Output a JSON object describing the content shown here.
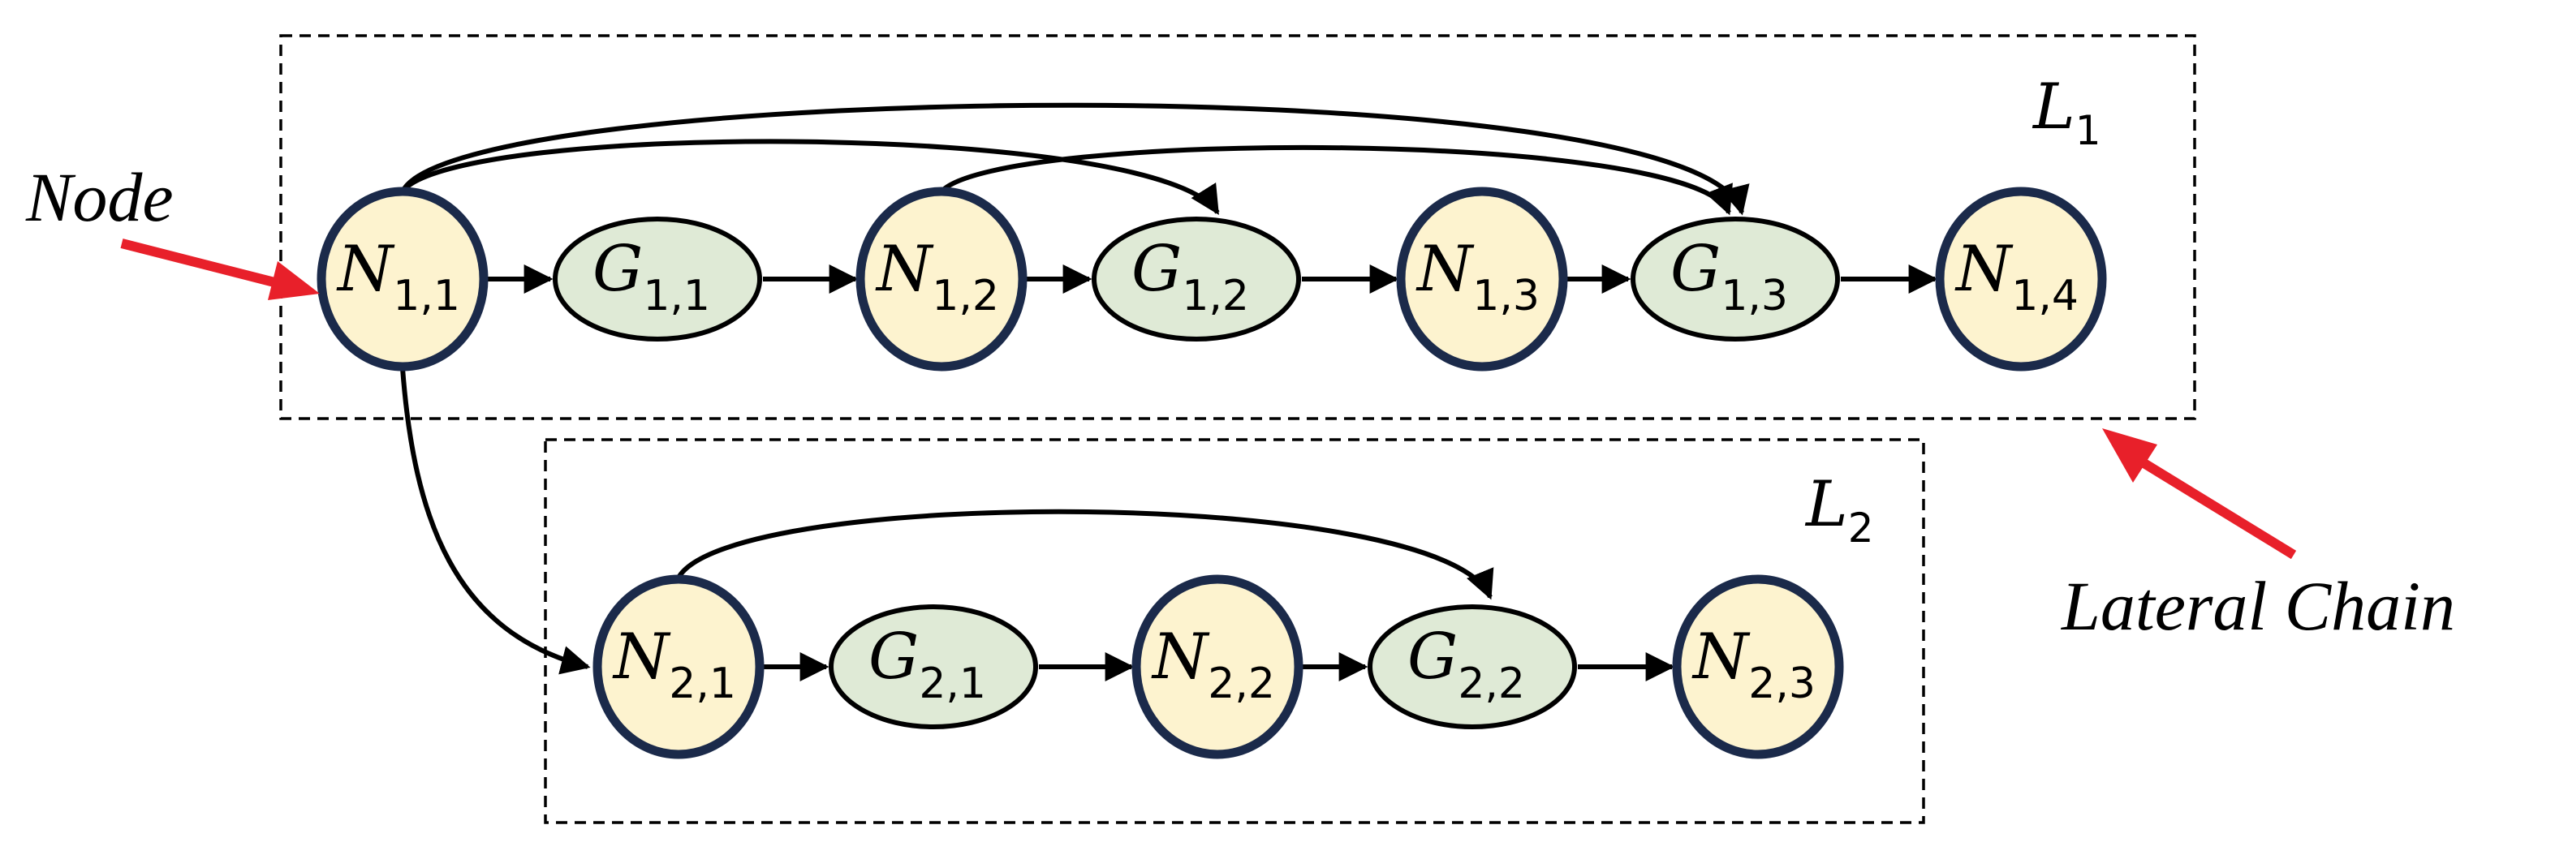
{
  "colors": {
    "node_fill": "#fdf3cf",
    "node_border": "#1b2a4a",
    "gate_fill": "#dfead6",
    "pointer": "#e8202a"
  },
  "chains": [
    {
      "id": "L1",
      "label": {
        "base": "L",
        "sub": "1"
      }
    },
    {
      "id": "L2",
      "label": {
        "base": "L",
        "sub": "2"
      }
    }
  ],
  "nodes": [
    {
      "id": "N11",
      "kind": "node",
      "base": "N",
      "sub": "1,1"
    },
    {
      "id": "G11",
      "kind": "gate",
      "base": "G",
      "sub": "1,1"
    },
    {
      "id": "N12",
      "kind": "node",
      "base": "N",
      "sub": "1,2"
    },
    {
      "id": "G12",
      "kind": "gate",
      "base": "G",
      "sub": "1,2"
    },
    {
      "id": "N13",
      "kind": "node",
      "base": "N",
      "sub": "1,3"
    },
    {
      "id": "G13",
      "kind": "gate",
      "base": "G",
      "sub": "1,3"
    },
    {
      "id": "N14",
      "kind": "node",
      "base": "N",
      "sub": "1,4"
    },
    {
      "id": "N21",
      "kind": "node",
      "base": "N",
      "sub": "2,1"
    },
    {
      "id": "G21",
      "kind": "gate",
      "base": "G",
      "sub": "2,1"
    },
    {
      "id": "N22",
      "kind": "node",
      "base": "N",
      "sub": "2,2"
    },
    {
      "id": "G22",
      "kind": "gate",
      "base": "G",
      "sub": "2,2"
    },
    {
      "id": "N23",
      "kind": "node",
      "base": "N",
      "sub": "2,3"
    }
  ],
  "edges": [
    {
      "from": "N11",
      "to": "G11"
    },
    {
      "from": "G11",
      "to": "N12"
    },
    {
      "from": "N12",
      "to": "G12"
    },
    {
      "from": "G12",
      "to": "N13"
    },
    {
      "from": "N13",
      "to": "G13"
    },
    {
      "from": "G13",
      "to": "N14"
    },
    {
      "from": "N11",
      "to": "G12"
    },
    {
      "from": "N11",
      "to": "G13"
    },
    {
      "from": "N12",
      "to": "G13"
    },
    {
      "from": "N11",
      "to": "N21"
    },
    {
      "from": "N21",
      "to": "G21"
    },
    {
      "from": "G21",
      "to": "N22"
    },
    {
      "from": "N22",
      "to": "G22"
    },
    {
      "from": "G22",
      "to": "N23"
    },
    {
      "from": "N21",
      "to": "G22"
    }
  ],
  "annotations": {
    "node_label": "Node",
    "chain_label": "Lateral Chain"
  }
}
